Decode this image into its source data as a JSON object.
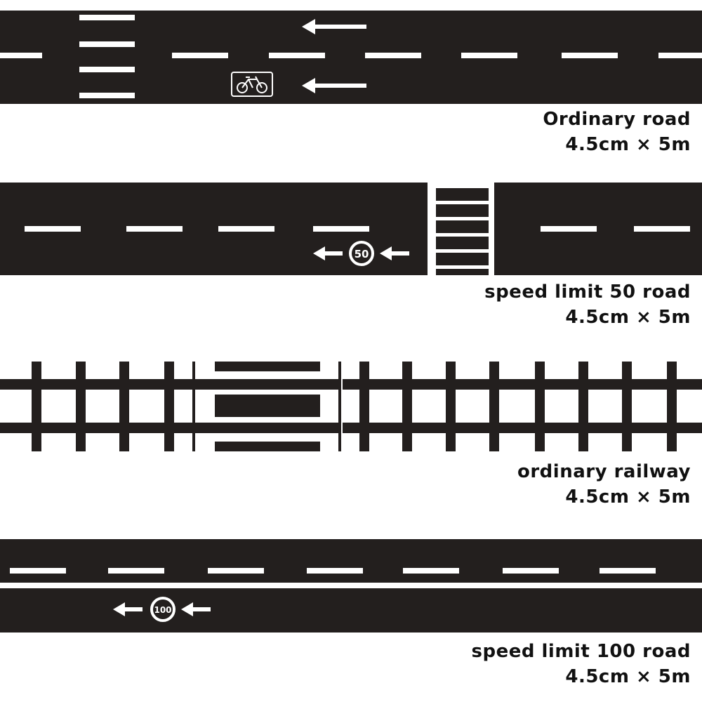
{
  "colors": {
    "asphalt": "#231f1e",
    "marking": "#ffffff",
    "label_text": "#111111"
  },
  "strips": [
    {
      "label": "Ordinary road",
      "size": "4.5cm × 5m",
      "icons": [
        "arrow-left-icon",
        "bicycle-icon",
        "arrow-left-icon"
      ]
    },
    {
      "label": "speed limit 50 road",
      "size": "4.5cm × 5m",
      "speed_sign": "50",
      "icons": [
        "arrow-left-icon",
        "speed-sign-icon",
        "arrow-left-icon",
        "crosswalk-icon"
      ]
    },
    {
      "label": "ordinary railway",
      "size": "4.5cm × 5m",
      "icons": [
        "rail-track-icon",
        "level-crossing-icon"
      ]
    },
    {
      "label": "speed limit 100 road",
      "size": "4.5cm × 5m",
      "speed_sign": "100",
      "icons": [
        "arrow-left-icon",
        "speed-sign-icon",
        "arrow-left-icon"
      ]
    }
  ]
}
